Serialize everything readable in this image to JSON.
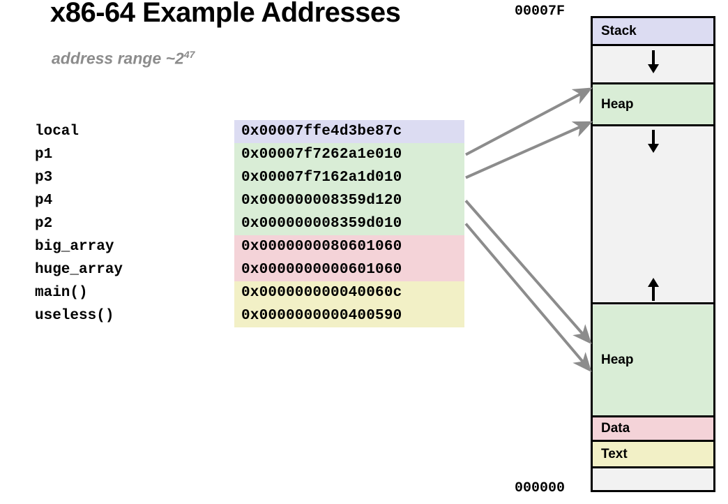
{
  "slide": {
    "title": "x86-64 Example Addresses",
    "subtitle_text": "address range ~2",
    "subtitle_exponent": "47"
  },
  "colors": {
    "stack": "#dcdcf2",
    "heap": "#d9edd6",
    "data": "#f4d3d8",
    "text": "#f2f0c6",
    "gap": "#f2f2f2",
    "arrow": "#8c8c8c",
    "subtitle": "#8c8c8c",
    "border": "#000000"
  },
  "address_table": {
    "rows": [
      {
        "name": "local",
        "value": "0x00007ffe4d3be87c",
        "region": "stack"
      },
      {
        "name": "p1",
        "value": "0x00007f7262a1e010",
        "region": "heap"
      },
      {
        "name": "p3",
        "value": "0x00007f7162a1d010",
        "region": "heap"
      },
      {
        "name": "p4",
        "value": "0x000000008359d120",
        "region": "heap"
      },
      {
        "name": "p2",
        "value": "0x000000008359d010",
        "region": "heap"
      },
      {
        "name": "big_array",
        "value": "0x0000000080601060",
        "region": "data"
      },
      {
        "name": "huge_array",
        "value": "0x0000000000601060",
        "region": "data"
      },
      {
        "name": "main()",
        "value": "0x000000000040060c",
        "region": "text"
      },
      {
        "name": "useless()",
        "value": "0x0000000000400590",
        "region": "text"
      }
    ]
  },
  "memory_diagram": {
    "top_address_label": "00007F",
    "bottom_address_label": "000000",
    "blocks": [
      {
        "label": "Stack",
        "region": "stack",
        "arrow": "none"
      },
      {
        "label": "",
        "region": "gap",
        "arrow": "down-arrow-icon"
      },
      {
        "label": "Heap",
        "region": "heap",
        "arrow": "none"
      },
      {
        "label": "",
        "region": "gap",
        "arrow": "down-arrow-icon"
      },
      {
        "label": "",
        "region": "gap",
        "arrow": "up-arrow-icon"
      },
      {
        "label": "Heap",
        "region": "heap",
        "arrow": "none"
      },
      {
        "label": "Data",
        "region": "data",
        "arrow": "none"
      },
      {
        "label": "Text",
        "region": "text",
        "arrow": "none"
      },
      {
        "label": "",
        "region": "gap",
        "arrow": "none"
      }
    ]
  },
  "pointer_arrows": [
    {
      "from_row": "p1",
      "to_block": "upper-heap"
    },
    {
      "from_row": "p3",
      "to_block": "upper-heap"
    },
    {
      "from_row": "p4",
      "to_block": "lower-heap"
    },
    {
      "from_row": "p2",
      "to_block": "lower-heap"
    }
  ]
}
